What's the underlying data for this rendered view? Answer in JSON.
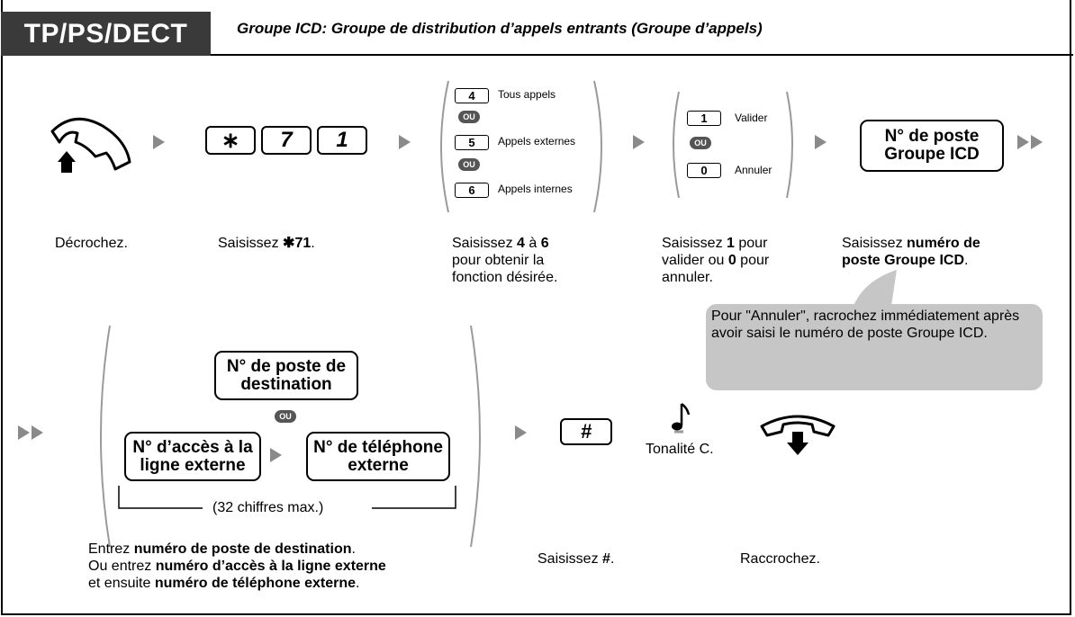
{
  "header": {
    "tag": "TP/PS/DECT",
    "title": "Groupe ICD: Groupe de distribution d’appels entrants (Groupe d’appels)"
  },
  "step1": {
    "caption": "Décrochez."
  },
  "step2": {
    "keys": [
      "∗",
      "7",
      "1"
    ],
    "caption_prefix": "Saisissez ",
    "caption_bold": "✱71",
    "caption_suffix": "."
  },
  "step3": {
    "options": [
      {
        "key": "4",
        "label": "Tous appels"
      },
      {
        "key": "5",
        "label": "Appels externes"
      },
      {
        "key": "6",
        "label": "Appels internes"
      }
    ],
    "or": "OU",
    "caption": [
      "Saisissez ",
      "4",
      " à ",
      "6",
      "pour obtenir la",
      "fonction désirée."
    ]
  },
  "step4": {
    "options": [
      {
        "key": "1",
        "label": "Valider"
      },
      {
        "key": "0",
        "label": "Annuler"
      }
    ],
    "or": "OU",
    "caption": [
      "Saisissez ",
      "1",
      " pour",
      "valider ou ",
      "0",
      " pour",
      "annuler."
    ]
  },
  "step5": {
    "box_line1": "N° de poste",
    "box_line2": "Groupe ICD",
    "caption": [
      "Saisissez ",
      "numéro de",
      "poste Groupe ICD",
      "."
    ],
    "note": "Pour \"Annuler\", racrochez immédiatement après avoir saisi le numéro de poste Groupe ICD."
  },
  "step6": {
    "dest_line1": "N° de poste de",
    "dest_line2": "destination",
    "or": "OU",
    "access_line1": "N° d’accès à la",
    "access_line2": "ligne externe",
    "phone_line1": "N° de téléphone",
    "phone_line2": "externe",
    "max": "(32 chiffres max.)",
    "caption": [
      "Entrez ",
      "numéro de poste de destination",
      ".",
      "Ou entrez ",
      "numéro d’accès à la ligne externe",
      "et ensuite ",
      "numéro de téléphone externe",
      "."
    ]
  },
  "step7": {
    "key": "#",
    "caption": [
      "Saisissez ",
      "#",
      "."
    ]
  },
  "step8": {
    "tone": "Tonalité C."
  },
  "step9": {
    "caption": "Raccrochez."
  }
}
